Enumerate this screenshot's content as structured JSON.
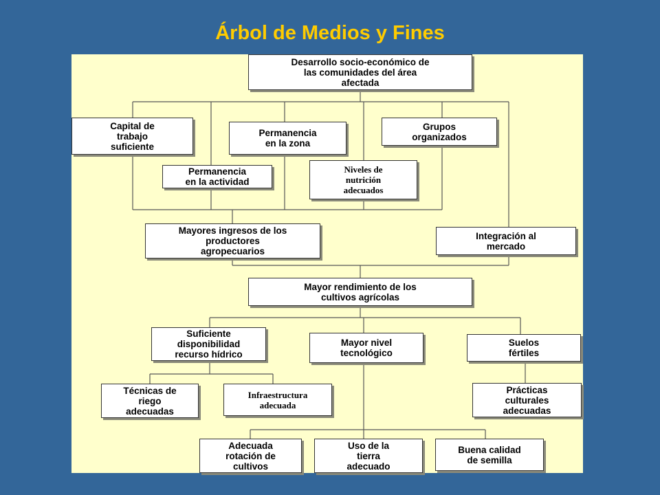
{
  "title": "Árbol de Medios y Fines",
  "nodes": {
    "desarrollo": "Desarrollo socio-económico de\nlas comunidades del área\nafectada",
    "capital": "Capital de\ntrabajo\nsuficiente",
    "permanencia_zona": "Permanencia\nen la zona",
    "grupos": "Grupos\norganizados",
    "permanencia_actividad": "Permanencia\nen la actividad",
    "nutricion": "Niveles de\nnutrición\nadecuados",
    "ingresos": "Mayores ingresos de los\nproductores\nagropecuarios",
    "integracion": "Integración al\nmercado",
    "rendimiento": "Mayor rendimiento de los\ncultivos agrícolas",
    "hidrico": "Suficiente\ndisponibilidad\nrecurso hídrico",
    "tecnologico": "Mayor nivel\ntecnológico",
    "suelos": "Suelos\nfértiles",
    "tecnicas_riego": "Técnicas de\nriego\nadecuadas",
    "infraestructura": "Infraestructura\nadecuada",
    "practicas": "Prácticas\nculturales\nadecuadas",
    "rotacion": "Adecuada\nrotación de\ncultivos",
    "uso_tierra": "Uso de la\ntierra\nadecuado",
    "semilla": "Buena calidad\nde semilla"
  }
}
